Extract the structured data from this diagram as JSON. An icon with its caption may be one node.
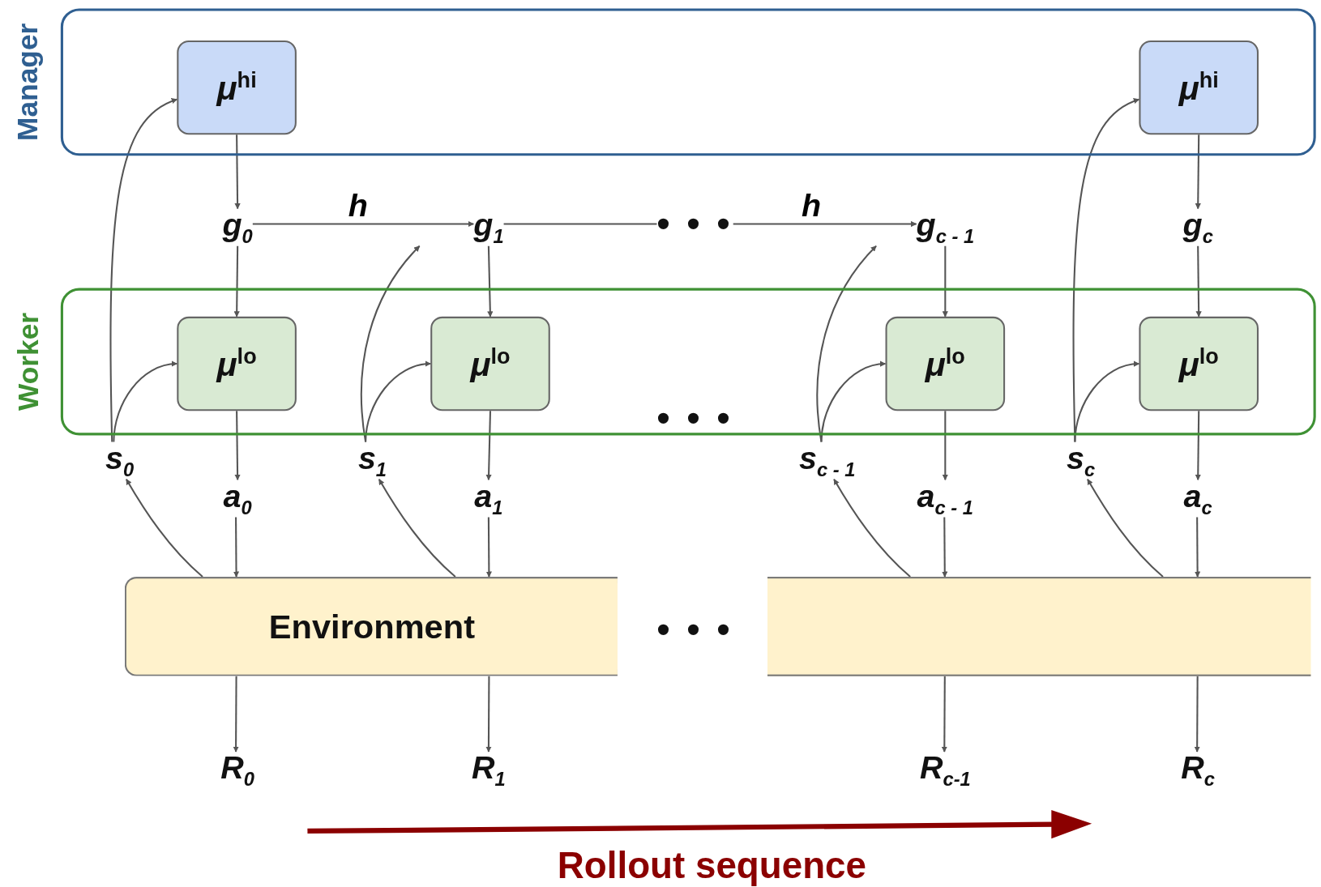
{
  "diagram": {
    "nodes": [
      {
        "text": [
          "Manager"
        ]
      },
      {
        "text": [
          "μ$^{hi}$"
        ],
        "in": 0
      },
      {
        "text": [
          "μ$^{hi}$"
        ],
        "in": 0
      },
      {
        "text": [
          "Worker"
        ]
      },
      {
        "text": [
          "μ$^{lo}$"
        ],
        "in": 3
      },
      {
        "text": [
          "μ$^{lo}$"
        ],
        "in": 3
      },
      {
        "text": [
          "μ$^{lo}$"
        ],
        "in": 3
      },
      {
        "text": [
          "μ$^{lo}$"
        ],
        "in": 3
      },
      {
        "text": [
          "• • •"
        ],
        "in": 3
      },
      {
        "text": [
          "g$_{0}$"
        ]
      },
      {
        "text": [
          "g$_{1}$"
        ]
      },
      {
        "text": [
          "• • •"
        ]
      },
      {
        "text": [
          "g$_{c - 1}$"
        ]
      },
      {
        "text": [
          "g$_{c}$"
        ]
      },
      {
        "text": [
          "s$_{0}$"
        ]
      },
      {
        "text": [
          "a$_{0}$"
        ]
      },
      {
        "text": [
          "s$_{1}$"
        ]
      },
      {
        "text": [
          "a$_{1}$"
        ]
      },
      {
        "text": [
          "s$_{c - 1}$"
        ]
      },
      {
        "text": [
          "a$_{c - 1}$"
        ]
      },
      {
        "text": [
          "s$_{c}$"
        ]
      },
      {
        "text": [
          "a$_{c}$"
        ]
      },
      {
        "text": [
          "Environment"
        ]
      },
      {
        "text": [
          "• • •"
        ]
      },
      {
        "text": [],
        "shape": "box"
      },
      {
        "text": [
          "R$_{0}$"
        ]
      },
      {
        "text": [
          "R$_{1}$"
        ]
      },
      {
        "text": [
          "R$_{c-1}$"
        ]
      },
      {
        "text": [
          "R$_{c}$"
        ]
      }
    ],
    "edges": [
      {
        "from": 1,
        "to": 9,
        "arrow": "to"
      },
      {
        "from": 9,
        "to": 4,
        "arrow": "to"
      },
      {
        "from": 9,
        "to": 10,
        "arrow": "to",
        "label": "h"
      },
      {
        "from": 10,
        "to": 11,
        "arrow": "none"
      },
      {
        "from": 11,
        "to": 12,
        "arrow": "to",
        "label": "h"
      },
      {
        "from": 10,
        "to": 5,
        "arrow": "to"
      },
      {
        "from": 12,
        "to": 6,
        "arrow": "to"
      },
      {
        "from": 2,
        "to": 13,
        "arrow": "to"
      },
      {
        "from": 13,
        "to": 7,
        "arrow": "to"
      },
      {
        "from": 14,
        "to": 1,
        "arrow": "to"
      },
      {
        "from": 14,
        "to": 4,
        "arrow": "to"
      },
      {
        "from": 16,
        "to": 10,
        "arrow": "to"
      },
      {
        "from": 16,
        "to": 5,
        "arrow": "to"
      },
      {
        "from": 18,
        "to": 12,
        "arrow": "to"
      },
      {
        "from": 18,
        "to": 6,
        "arrow": "to"
      },
      {
        "from": 20,
        "to": 2,
        "arrow": "to"
      },
      {
        "from": 20,
        "to": 7,
        "arrow": "to"
      },
      {
        "from": 4,
        "to": 15,
        "arrow": "to"
      },
      {
        "from": 5,
        "to": 17,
        "arrow": "to"
      },
      {
        "from": 6,
        "to": 19,
        "arrow": "to"
      },
      {
        "from": 7,
        "to": 21,
        "arrow": "to"
      },
      {
        "from": 15,
        "to": 22,
        "arrow": "to"
      },
      {
        "from": 17,
        "to": 22,
        "arrow": "to"
      },
      {
        "from": 19,
        "to": 24,
        "arrow": "to"
      },
      {
        "from": 21,
        "to": 24,
        "arrow": "to"
      },
      {
        "from": 22,
        "to": 14,
        "arrow": "to"
      },
      {
        "from": 22,
        "to": 16,
        "arrow": "to"
      },
      {
        "from": 24,
        "to": 18,
        "arrow": "to"
      },
      {
        "from": 24,
        "to": 20,
        "arrow": "to"
      },
      {
        "from": 22,
        "to": 25,
        "arrow": "to"
      },
      {
        "from": 22,
        "to": 26,
        "arrow": "to"
      },
      {
        "from": 24,
        "to": 27,
        "arrow": "to"
      },
      {
        "from": 24,
        "to": 28,
        "arrow": "to"
      }
    ],
    "labels": [
      "Rollout sequence"
    ]
  }
}
